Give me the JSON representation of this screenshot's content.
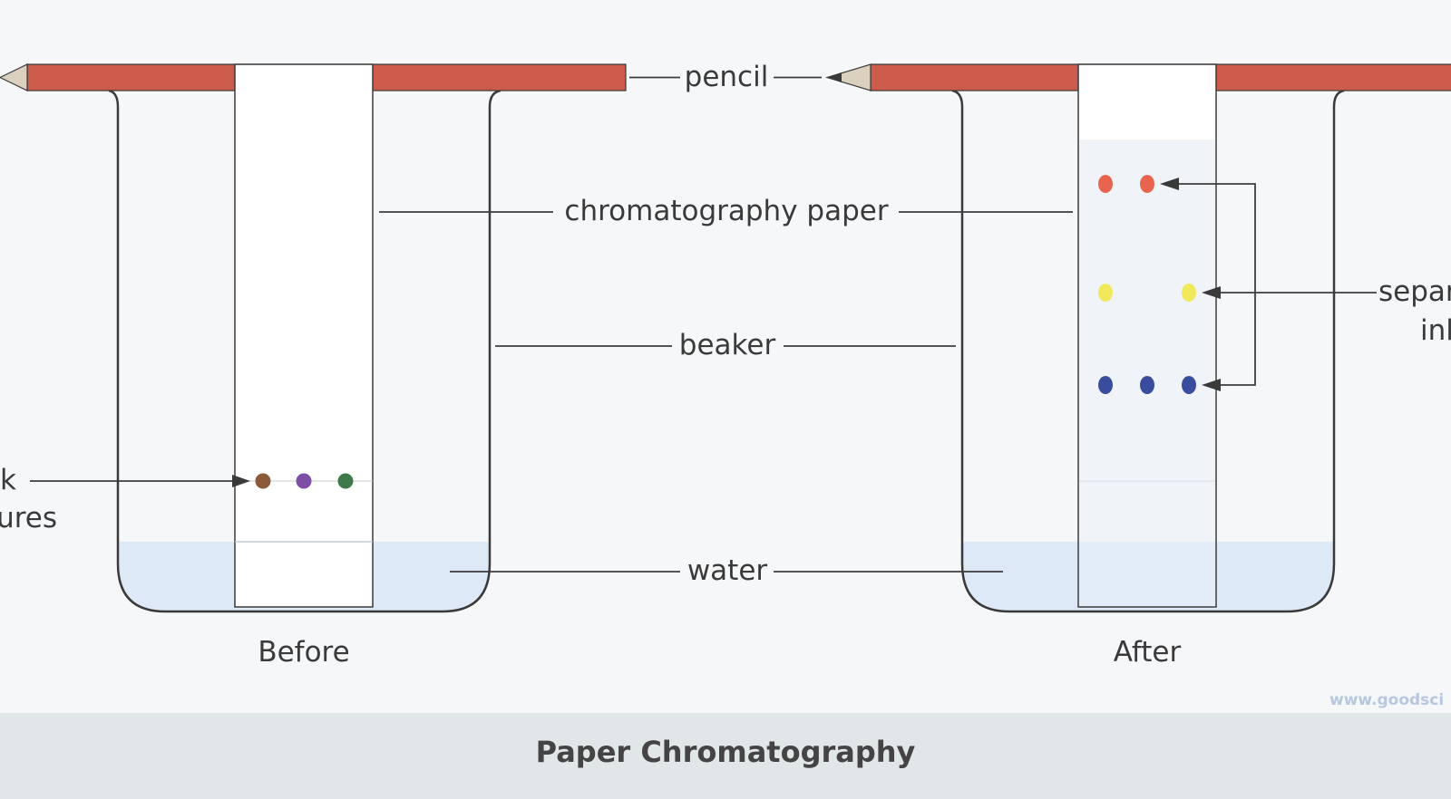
{
  "labels": {
    "pencil": "pencil",
    "paper": "chromatography paper",
    "beaker": "beaker",
    "water": "water",
    "before": "Before",
    "after": "After",
    "ink_left_line1": "k",
    "ink_left_line2": "ures",
    "separated_line1": "separ",
    "separated_line2": "inl"
  },
  "watermark": "www.goodsci",
  "footer": {
    "title": "Paper Chromatography"
  },
  "colors": {
    "pencil_body": "#cc5b4c",
    "pencil_tip": "#dcd0bf",
    "water": "#dde9f6",
    "dot_brown": "#8a5a3a",
    "dot_purple": "#7d4ea6",
    "dot_green": "#3f7a4c",
    "dot_red": "#e9644f",
    "dot_yellow": "#f2e85c",
    "dot_blue": "#3a4c9e"
  }
}
